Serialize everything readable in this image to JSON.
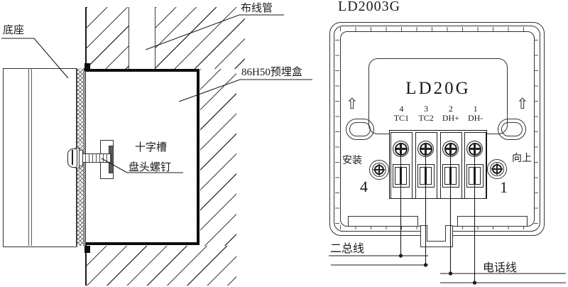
{
  "left_diagram": {
    "labels": {
      "base": "底座",
      "conduit": "布线管",
      "embed_box": "86H50预埋盒",
      "screw_line1": "十字槽",
      "screw_line2": "盘头螺钉"
    }
  },
  "right_diagram": {
    "title": "LD2003G",
    "model": "LD20G",
    "terminals": [
      {
        "num": "4",
        "name": "TC1"
      },
      {
        "num": "3",
        "name": "TC2"
      },
      {
        "num": "2",
        "name": "DH+"
      },
      {
        "num": "1",
        "name": "DH-"
      }
    ],
    "side_labels": {
      "install": "安装",
      "up": "向上",
      "left_num": "4",
      "right_num": "1"
    },
    "up_arrow_glyph": "⇧",
    "wiring": {
      "bus": "二总线",
      "phone": "电话线"
    }
  },
  "colors": {
    "line": "#1a1a1a",
    "hatch": "#3d3d3d",
    "background": "#ffffff"
  }
}
